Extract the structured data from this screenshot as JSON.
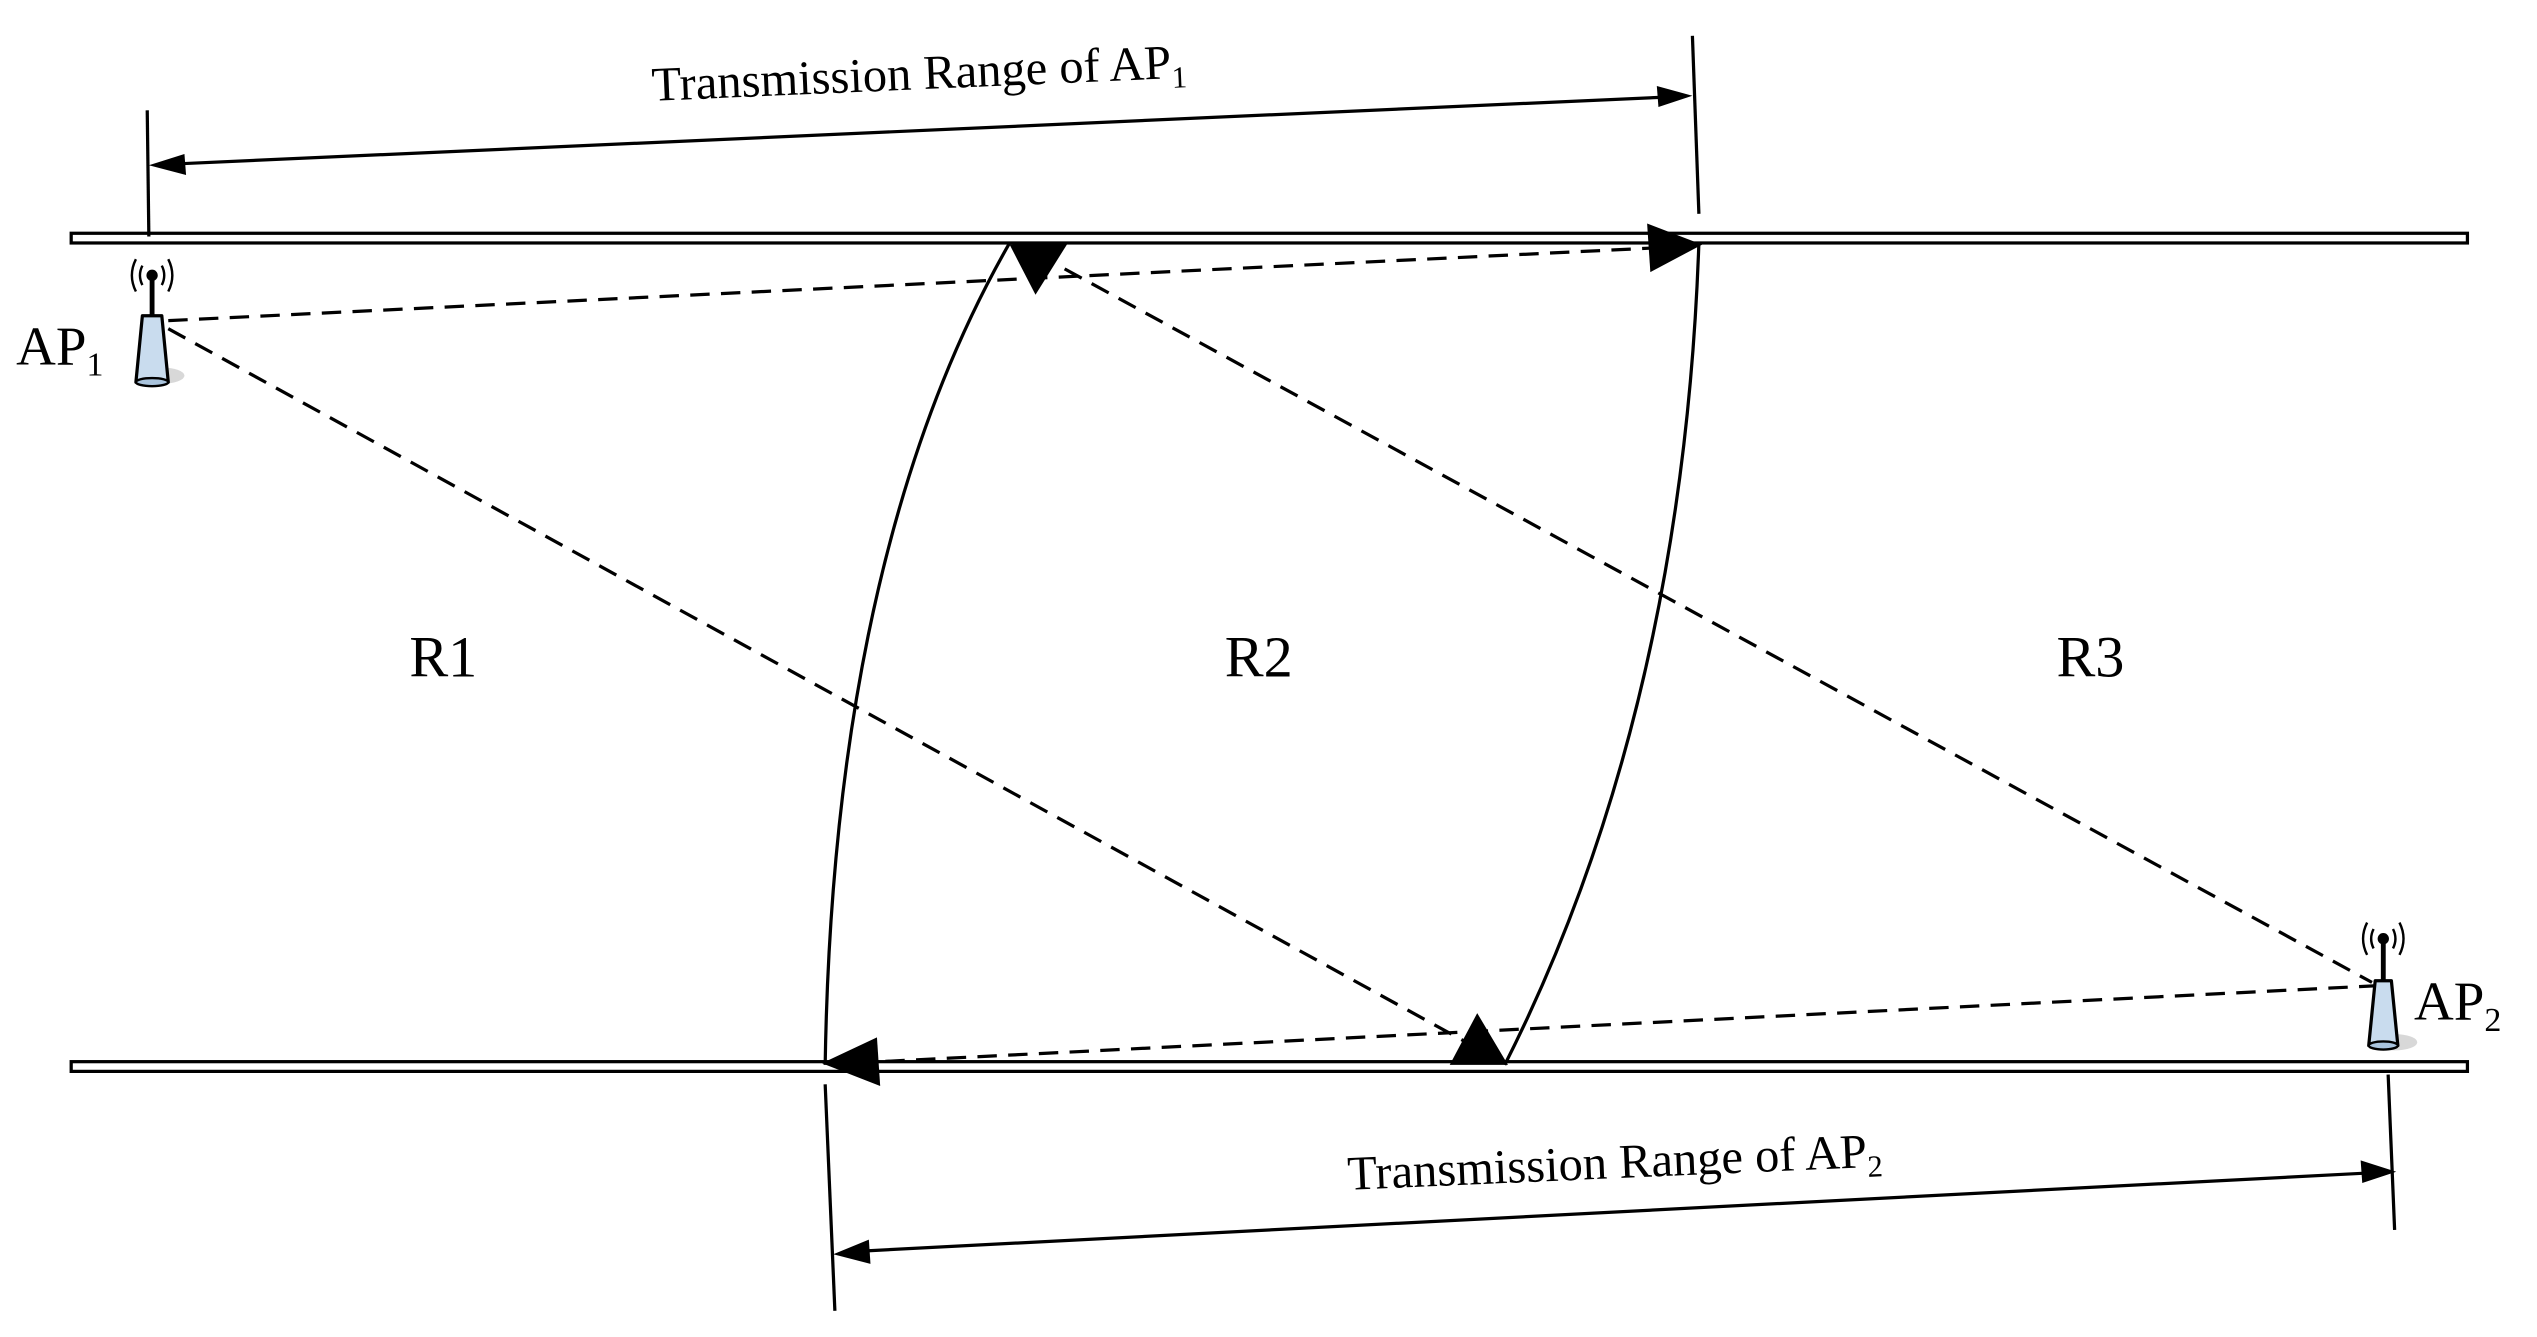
{
  "diagram": {
    "ap1": {
      "label": "AP",
      "sub": "1"
    },
    "ap2": {
      "label": "AP",
      "sub": "2"
    },
    "range1": {
      "text": "Transmission Range of AP",
      "sub": "1"
    },
    "range2": {
      "text": "Transmission Range of AP",
      "sub": "2"
    },
    "regions": {
      "r1": "R1",
      "r2": "R2",
      "r3": "R3"
    },
    "icons": {
      "access_point": "wireless-access-point-icon"
    }
  }
}
